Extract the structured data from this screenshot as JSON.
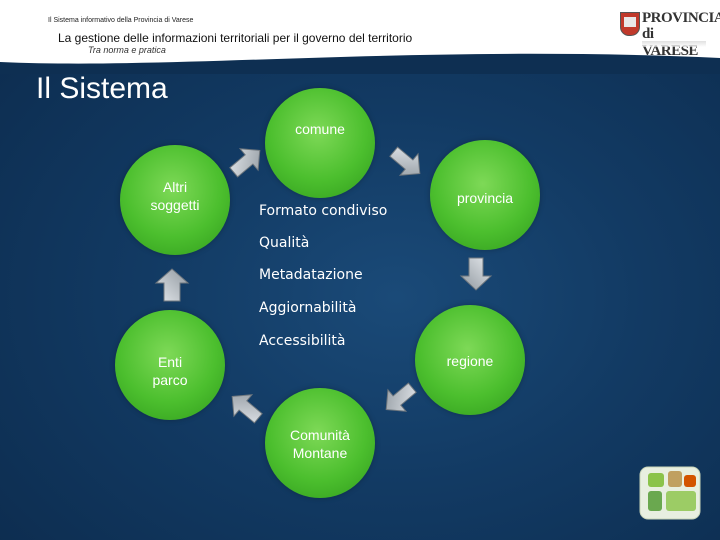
{
  "header": {
    "system_label": "Il Sistema informativo della Provincia di Varese",
    "main_title": "La gestione delle informazioni territoriali per il governo del territorio",
    "subtitle": "Tra norma e pratica",
    "logo_line1": "PROVINCIA",
    "logo_line2": "di VARESE"
  },
  "slide_title": "Il Sistema",
  "nodes": {
    "comune": "comune",
    "provincia": "provincia",
    "regione": "regione",
    "comunita_line1": "Comunità",
    "comunita_line2": "Montane",
    "enti_line1": "Enti",
    "enti_line2": "parco",
    "altri_line1": "Altri",
    "altri_line2": "soggetti"
  },
  "center_list": [
    "Formato condiviso",
    "Qualità",
    "Metadatazione",
    "Aggiornabilità",
    "Accessibilità"
  ],
  "colors": {
    "background": "#123a63",
    "node_green": "#4cbf2e",
    "arrow": "#b8bec4"
  },
  "icons": {
    "logo_crest": "crest-icon",
    "corner_decoration": "sit-logo-icon"
  }
}
